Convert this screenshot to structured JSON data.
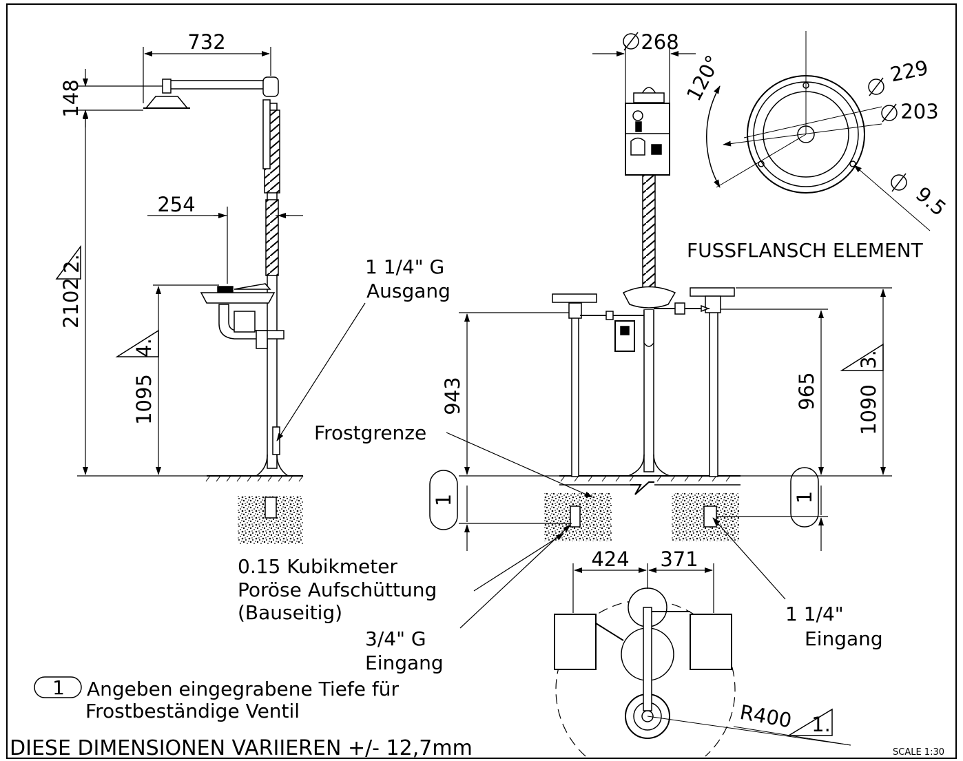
{
  "dimensions": {
    "d732": "732",
    "d148": "148",
    "d2102": "2102",
    "d254": "254",
    "d1095": "1095",
    "d268": "268",
    "d943": "943",
    "d965": "965",
    "d1090": "1090",
    "d424": "424",
    "d371": "371",
    "d229": "229",
    "d203": "203",
    "d9_5": "9.5",
    "angle120": "120°",
    "r400": "R400"
  },
  "markers": {
    "t2": "2.",
    "t4": "4.",
    "t3": "3.",
    "t1": "1.",
    "depth_left": "1",
    "depth_right": "1",
    "note_num": "1"
  },
  "labels": {
    "outlet_1": "1 1/4\" G",
    "outlet_2": "Ausgang",
    "flange": "FUSSFLANSCH ELEMENT",
    "frost": "Frostgrenze",
    "gravel_1": "0.15 Kubikmeter",
    "gravel_2": "Poröse Aufschüttung",
    "gravel_3": "(Bauseitig)",
    "inlet34_1": "3/4\" G",
    "inlet34_2": "Eingang",
    "inlet114_1": "1 1/4\"",
    "inlet114_2": "Eingang",
    "note_1": "Angeben eingegrabene Tiefe für",
    "note_2": "Frostbeständige Ventil",
    "footer": "DIESE DIMENSIONEN VARIIEREN +/- 12,7mm",
    "scale": "SCALE 1:30"
  }
}
